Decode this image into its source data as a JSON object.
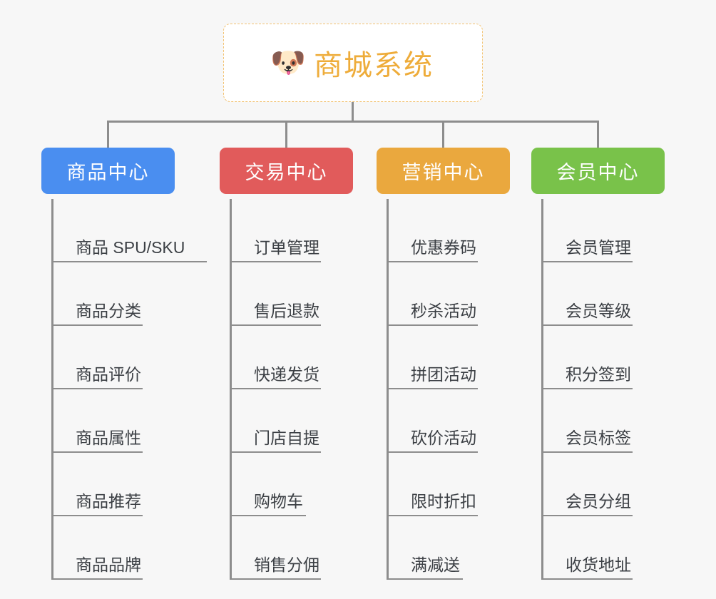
{
  "page": {
    "background_color": "#f7f7f7",
    "connector_color": "#8d8d8d"
  },
  "root": {
    "title": "商城系统",
    "icon": "shiba-dog-emoji",
    "icon_glyph": "🐶",
    "text_color": "#eeac3a",
    "border_color": "#f2c374",
    "background_color": "#ffffff"
  },
  "columns": [
    {
      "header": "商品中心",
      "color": "#4a8ef0",
      "items": [
        "商品 SPU/SKU",
        "商品分类",
        "商品评价",
        "商品属性",
        "商品推荐",
        "商品品牌"
      ]
    },
    {
      "header": "交易中心",
      "color": "#e15b5b",
      "items": [
        "订单管理",
        "售后退款",
        "快递发货",
        "门店自提",
        "购物车",
        "销售分佣"
      ]
    },
    {
      "header": "营销中心",
      "color": "#eaa83e",
      "items": [
        "优惠券码",
        "秒杀活动",
        "拼团活动",
        "砍价活动",
        "限时折扣",
        "满减送"
      ]
    },
    {
      "header": "会员中心",
      "color": "#79c24a",
      "items": [
        "会员管理",
        "会员等级",
        "积分签到",
        "会员标签",
        "会员分组",
        "收货地址"
      ]
    }
  ]
}
